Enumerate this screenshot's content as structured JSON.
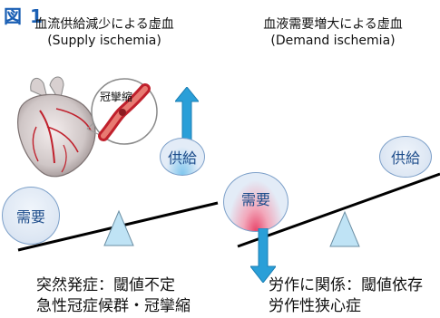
{
  "figure_label": "図 1",
  "left": {
    "heading_jp": "血流供給減少による虚血",
    "heading_en": "(Supply ischemia)",
    "callout": "冠攣縮",
    "supply_label": "供給",
    "demand_label": "需要",
    "caption_line1": "突然発症：閾値不定",
    "caption_line2": "急性冠症候群・冠攣縮"
  },
  "right": {
    "heading_jp": "血液需要増大による虚血",
    "heading_en": "(Demand ischemia)",
    "supply_label": "供給",
    "demand_label": "需要",
    "caption_line1": "労作に関係：閾値依存",
    "caption_line2": "労作性狭心症"
  },
  "colors": {
    "figure_label": "#1a5fb4",
    "arrow": "#2a9fd8",
    "fulcrum": "#bfe3f5",
    "bubble": "#e3ecf7",
    "bubble_text": "#1f4e8c",
    "demand_highlight": "#e8466a",
    "supply_highlight": "#7fc6ee"
  },
  "icons": [
    "heart-icon",
    "magnifier-callout-icon",
    "up-arrow-icon",
    "down-arrow-icon",
    "fulcrum-icon"
  ]
}
